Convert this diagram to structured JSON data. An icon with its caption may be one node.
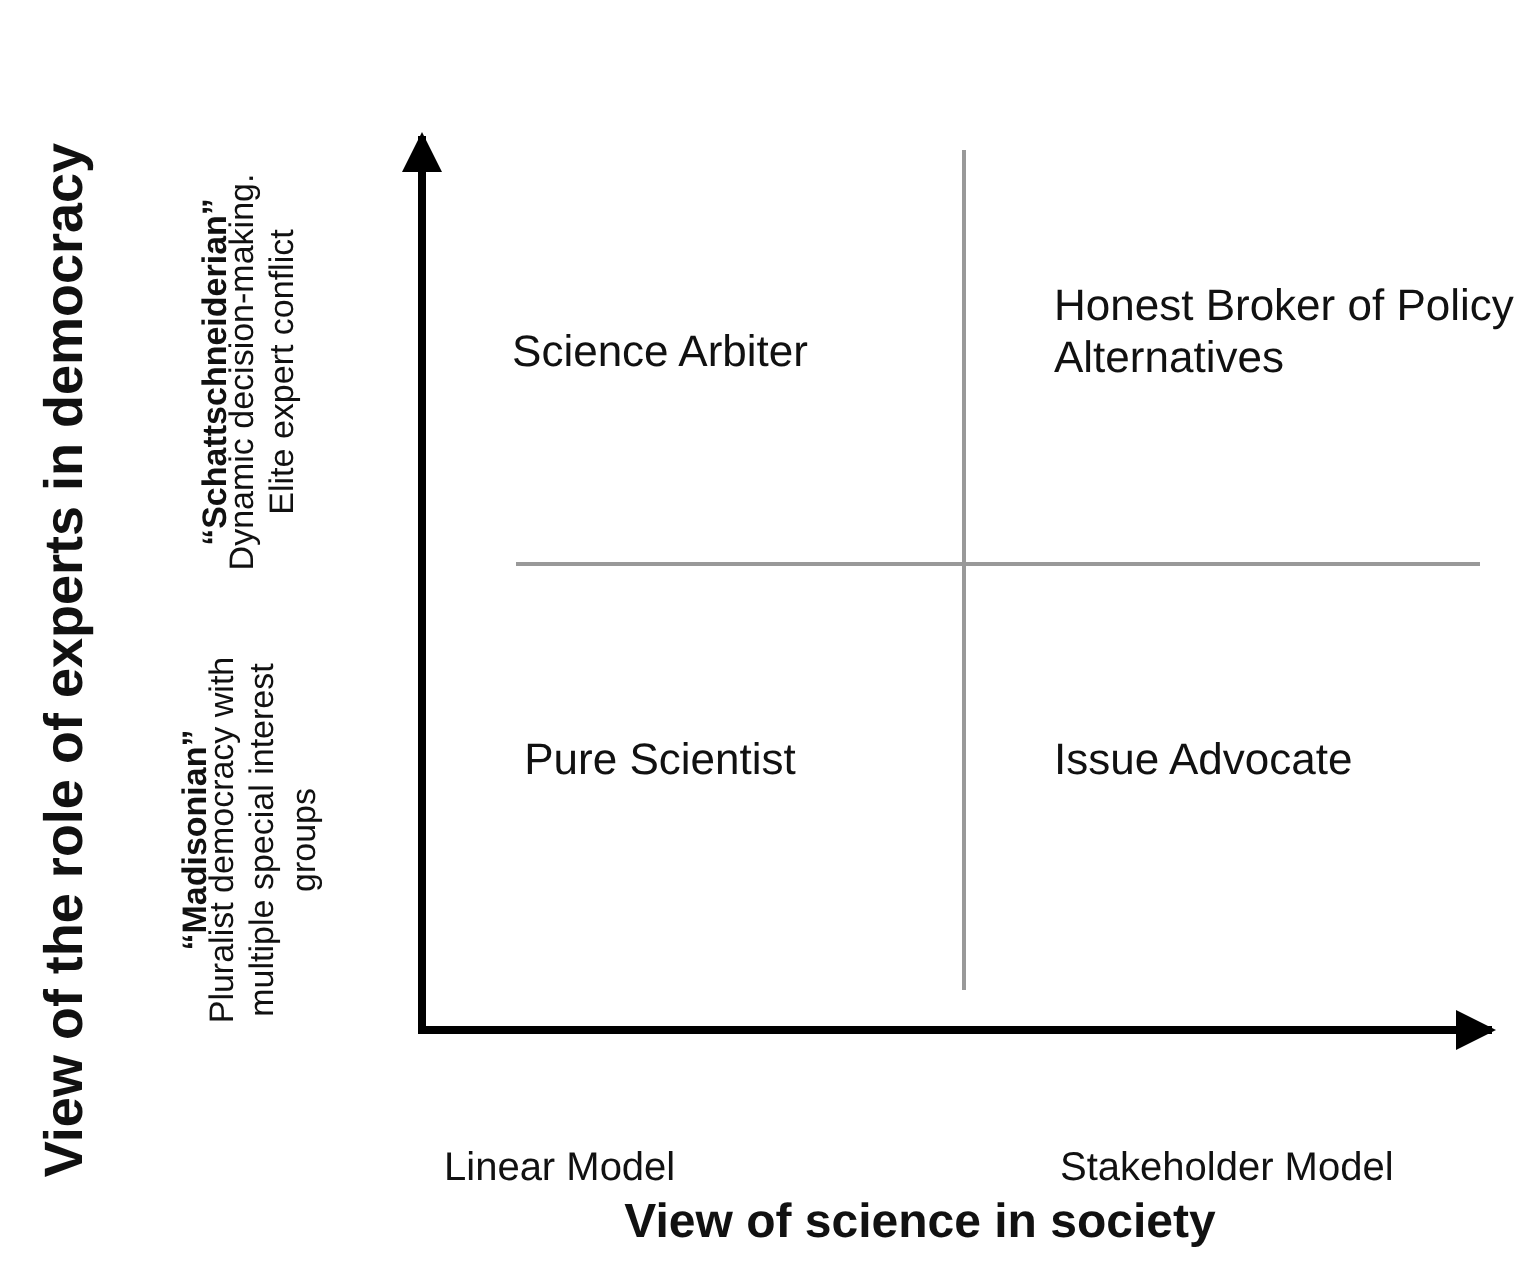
{
  "diagram": {
    "labels": [
      "View of the role of experts in democracy",
      "“Schattschneiderian”",
      "Dynamic decision-making. Elite expert conflict",
      "Science Arbiter",
      "Honest Broker of Policy Alternatives",
      "“Madisonian”",
      "Pluralist democracy with multiple special interest groups",
      "Pure Scientist",
      "Issue Advocate",
      "Linear Model",
      "Stakeholder Model",
      "View of science in society"
    ]
  }
}
